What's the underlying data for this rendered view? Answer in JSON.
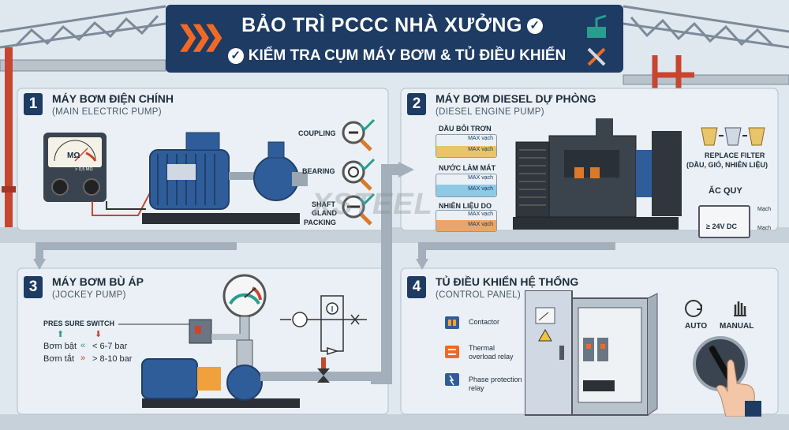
{
  "header": {
    "title": "BẢO TRÌ PCCC NHÀ XƯỞNG",
    "subtitle": "KIỂM TRA CỤM MÁY BƠM & TỦ ĐIỀU KHIỂN",
    "check_glyph": "✓"
  },
  "section1": {
    "number": "1",
    "title": "MÁY BƠM ĐIỆN CHÍNH",
    "subtitle": "(MAIN ELECTRIC PUMP)",
    "meter_unit": "MΩ",
    "meter_threshold": "> 0,5 MΩ",
    "checks": [
      "COUPLING",
      "BEARING",
      "SHAFT",
      "GLAND",
      "PACKING"
    ]
  },
  "section2": {
    "number": "2",
    "title": "MÁY BƠM DIESEL DỰ PHÒNG",
    "subtitle": "(DIESEL ENGINE PUMP)",
    "levels": [
      {
        "label": "DẦU BÔI TRƠN",
        "mark1": "MAX vạch",
        "mark2": "MAX vạch",
        "fill": 0.5,
        "color": "#e9c46a"
      },
      {
        "label": "NƯỚC LÀM MÁT",
        "mark1": "MAX vạch",
        "mark2": "MAX vạch",
        "fill": 0.55,
        "color": "#8ecae6"
      },
      {
        "label": "NHIÊN LIỆU DO",
        "mark1": "MAX vạch",
        "mark2": "MAX vạch",
        "fill": 0.55,
        "color": "#e9a56a"
      }
    ],
    "filter_title": "REPLACE FILTER",
    "filter_sub": "(DẦU, GIÓ, NHIÊN LIỆU)",
    "battery_title": "ẮC QUY",
    "battery_voltage": "≥ 24V DC",
    "battery_mark": "Mạch"
  },
  "section3": {
    "number": "3",
    "title": "MÁY BƠM BÙ ÁP",
    "subtitle": "(JOCKEY PUMP)",
    "switch_label": "PRES SURE SWITCH",
    "on_label": "Bơm bật",
    "on_value": "< 6-7 bar",
    "off_label": "Bơm tắt",
    "off_value": "> 8-10 bar"
  },
  "section4": {
    "number": "4",
    "title": "TỦ ĐIỀU KHIỂN HỆ THỐNG",
    "subtitle": "(CONTROL PANEL)",
    "components": [
      "Contactor",
      "Thermal overload relay",
      "Phase protection relay"
    ],
    "mode_auto": "AUTO",
    "mode_manual": "MANUAL"
  },
  "watermark": "XSTEEL",
  "colors": {
    "navy": "#1d3b63",
    "pump_blue": "#2f5d9a",
    "orange": "#f06a26",
    "pipe": "#9aa6b2",
    "red_pipe": "#c8452f"
  }
}
